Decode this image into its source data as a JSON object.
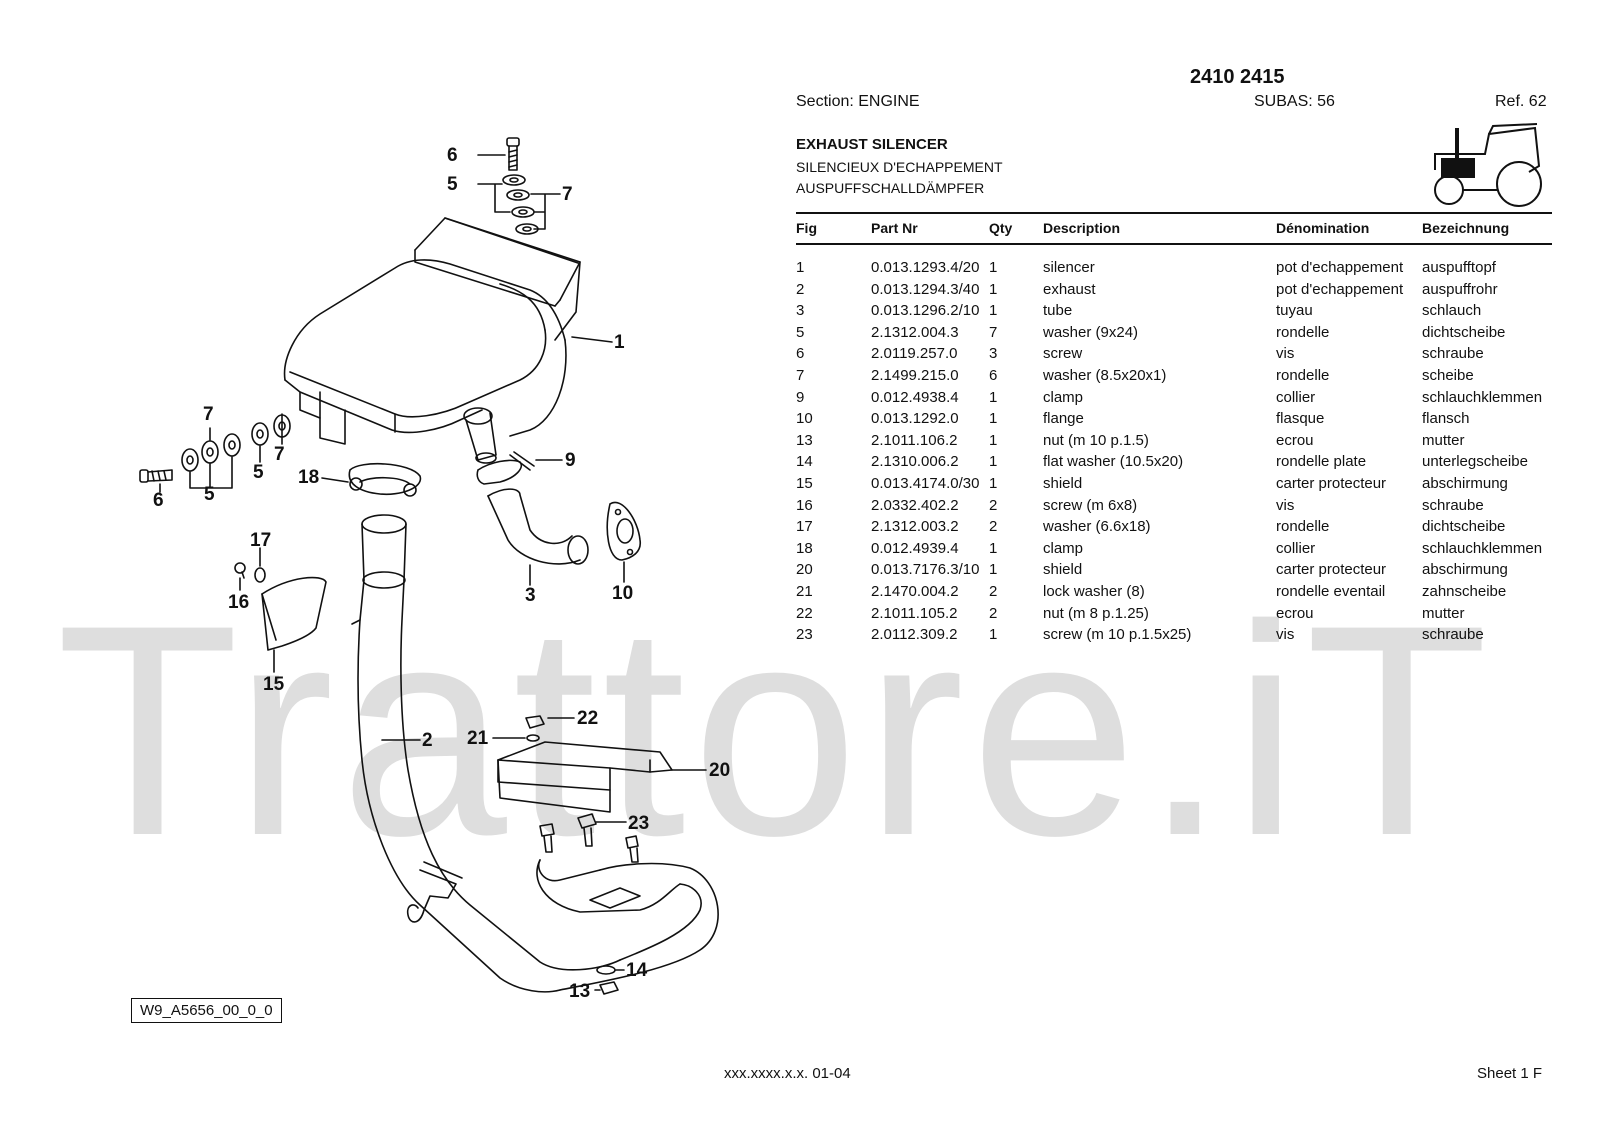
{
  "header": {
    "model": "2410 2415",
    "section": "Section: ENGINE",
    "subas": "SUBAS: 56",
    "ref": "Ref. 62",
    "title_en": "EXHAUST SILENCER",
    "title_fr": "SILENCIEUX D'ECHAPPEMENT",
    "title_de": "AUSPUFFSCHALLDÄMPFER",
    "icon": "tractor-icon"
  },
  "table": {
    "columns": [
      "Fig",
      "Part Nr",
      "Qty",
      "Description",
      "Dénomination",
      "Bezeichnung"
    ],
    "rows": [
      [
        "1",
        "0.013.1293.4/20",
        "1",
        "silencer",
        "pot d'echappement",
        "auspufftopf"
      ],
      [
        "2",
        "0.013.1294.3/40",
        "1",
        "exhaust",
        "pot d'echappement",
        "auspuffrohr"
      ],
      [
        "3",
        "0.013.1296.2/10",
        "1",
        "tube",
        "tuyau",
        "schlauch"
      ],
      [
        "5",
        "2.1312.004.3",
        "7",
        "washer (9x24)",
        "rondelle",
        "dichtscheibe"
      ],
      [
        "6",
        "2.0119.257.0",
        "3",
        "screw",
        "vis",
        "schraube"
      ],
      [
        "7",
        "2.1499.215.0",
        "6",
        "washer (8.5x20x1)",
        "rondelle",
        "scheibe"
      ],
      [
        "9",
        "0.012.4938.4",
        "1",
        "clamp",
        "collier",
        "schlauchklemmen"
      ],
      [
        "10",
        "0.013.1292.0",
        "1",
        "flange",
        "flasque",
        "flansch"
      ],
      [
        "13",
        "2.1011.106.2",
        "1",
        "nut (m 10 p.1.5)",
        "ecrou",
        "mutter"
      ],
      [
        "14",
        "2.1310.006.2",
        "1",
        "flat washer (10.5x20)",
        "rondelle plate",
        "unterlegscheibe"
      ],
      [
        "15",
        "0.013.4174.0/30",
        "1",
        "shield",
        "carter protecteur",
        "abschirmung"
      ],
      [
        "16",
        "2.0332.402.2",
        "2",
        "screw (m 6x8)",
        "vis",
        "schraube"
      ],
      [
        "17",
        "2.1312.003.2",
        "2",
        "washer (6.6x18)",
        "rondelle",
        "dichtscheibe"
      ],
      [
        "18",
        "0.012.4939.4",
        "1",
        "clamp",
        "collier",
        "schlauchklemmen"
      ],
      [
        "20",
        "0.013.7176.3/10",
        "1",
        "shield",
        "carter protecteur",
        "abschirmung"
      ],
      [
        "21",
        "2.1470.004.2",
        "2",
        "lock washer (8)",
        "rondelle eventail",
        "zahnscheibe"
      ],
      [
        "22",
        "2.1011.105.2",
        "2",
        "nut (m 8 p.1.25)",
        "ecrou",
        "mutter"
      ],
      [
        "23",
        "2.0112.309.2",
        "1",
        "screw (m 10 p.1.5x25)",
        "vis",
        "schraube"
      ]
    ]
  },
  "diagram": {
    "callouts": [
      "6",
      "5",
      "7",
      "1",
      "7",
      "5",
      "7",
      "6",
      "5",
      "18",
      "9",
      "17",
      "16",
      "3",
      "10",
      "15",
      "22",
      "2",
      "21",
      "20",
      "23",
      "14",
      "13"
    ]
  },
  "drawing_code": "W9_A5656_00_0_0",
  "watermark": "Trattore.iT",
  "footer": {
    "code": "xxx.xxxx.x.x. 01-04",
    "sheet": "Sheet 1 F"
  }
}
